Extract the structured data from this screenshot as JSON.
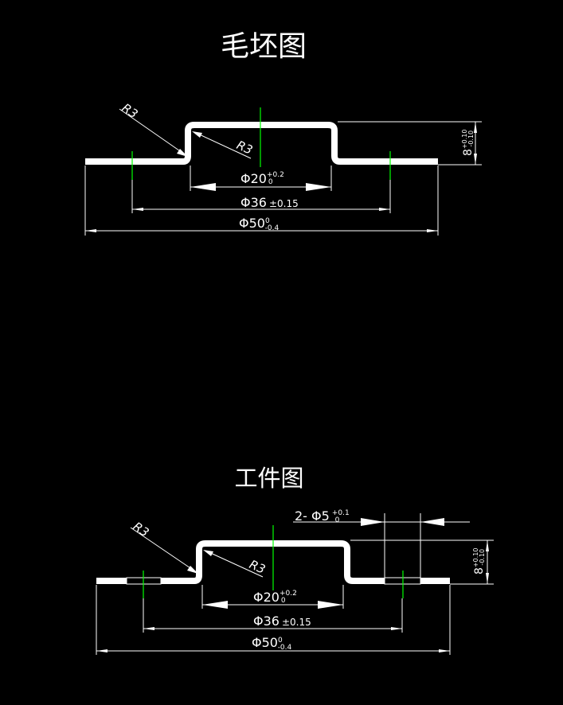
{
  "blank": {
    "title": "毛坯图",
    "radius_outer": "R3",
    "radius_inner": "R3",
    "dia_inner": {
      "sym": "Φ20",
      "upper": "+0.2",
      "lower": "0"
    },
    "dia_holes": {
      "sym": "Φ36",
      "tol": "±0.15"
    },
    "dia_outer": {
      "sym": "Φ50",
      "upper": "0",
      "lower": "-0.4"
    },
    "height": {
      "value": "8",
      "upper": "+0.10",
      "lower": "-0.10"
    }
  },
  "workpiece": {
    "title": "工件图",
    "radius_outer": "R3",
    "radius_inner": "R3",
    "holes": {
      "label": "2- Φ5",
      "upper": "+0.1",
      "lower": "0"
    },
    "dia_inner": {
      "sym": "Φ20",
      "upper": "+0.2",
      "lower": "0"
    },
    "dia_holes": {
      "sym": "Φ36",
      "tol": "±0.15"
    },
    "dia_outer": {
      "sym": "Φ50",
      "upper": "0",
      "lower": "-0.4"
    },
    "height": {
      "value": "8",
      "upper": "+0.10",
      "lower": "-0.10"
    }
  }
}
